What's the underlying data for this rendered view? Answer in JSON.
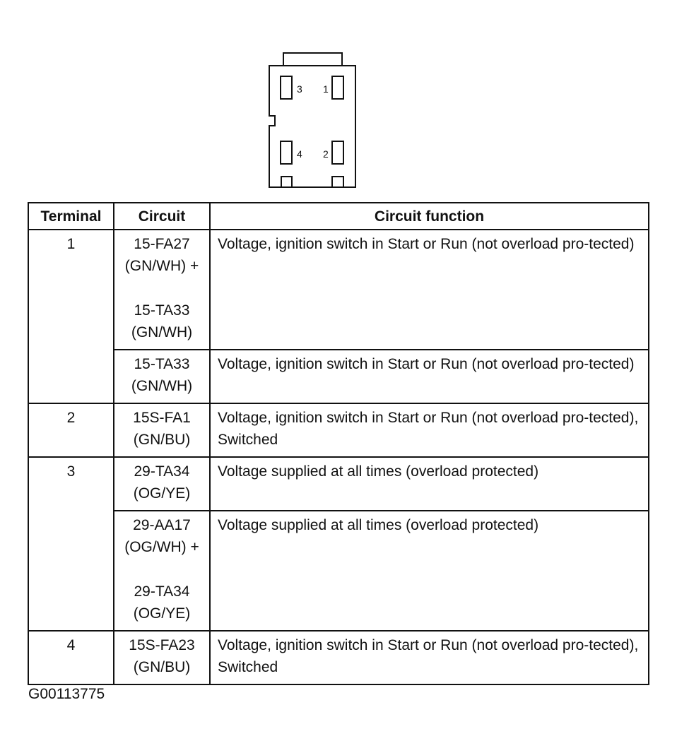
{
  "connector": {
    "pins": [
      {
        "label": "3"
      },
      {
        "label": "1"
      },
      {
        "label": "4"
      },
      {
        "label": "2"
      }
    ]
  },
  "table": {
    "headers": [
      "Terminal",
      "Circuit",
      "Circuit function"
    ],
    "rows": [
      {
        "terminal": "1",
        "circuits": [
          [
            "15-FA27",
            "(GN/WH) +"
          ],
          [
            "15-TA33",
            "(GN/WH)"
          ]
        ],
        "function": "Voltage, ignition switch in Start or Run (not overload pro-tected)"
      },
      {
        "terminal": "",
        "circuits": [
          [
            "15-TA33",
            "(GN/WH)"
          ]
        ],
        "function": "Voltage, ignition switch in Start or Run (not overload pro-tected)"
      },
      {
        "terminal": "2",
        "circuits": [
          [
            "15S-FA1",
            "(GN/BU)"
          ]
        ],
        "function": "Voltage, ignition switch in Start or Run (not overload pro-tected), Switched"
      },
      {
        "terminal": "3",
        "circuits": [
          [
            "29-TA34",
            "(OG/YE)"
          ]
        ],
        "function": "Voltage supplied at all times (overload protected)"
      },
      {
        "terminal": "",
        "circuits": [
          [
            "29-AA17",
            "(OG/WH) +"
          ],
          [
            "29-TA34",
            "(OG/YE)"
          ]
        ],
        "function": "Voltage supplied at all times (overload protected)"
      },
      {
        "terminal": "4",
        "circuits": [
          [
            "15S-FA23",
            "(GN/BU)"
          ]
        ],
        "function": "Voltage, ignition switch in Start or Run (not overload pro-tected), Switched"
      }
    ]
  },
  "figure_id": "G00113775"
}
